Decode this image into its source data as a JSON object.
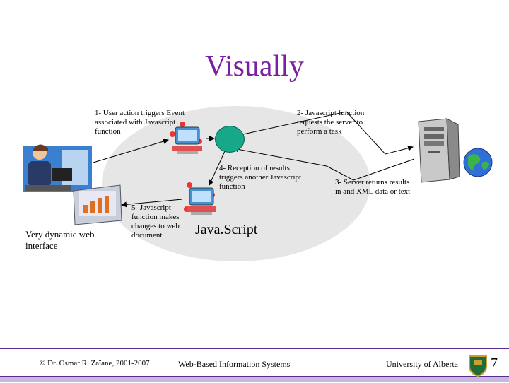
{
  "title": "Visually",
  "notes": {
    "step1": "1- User action triggers Event associated with Javascript function",
    "step2": "2- Javascript function requests the server to perform a task",
    "step3": "3- Server returns results in and XML data or text",
    "step4": "4- Reception of results triggers another Javascript function",
    "step5": "5- Javascript function makes changes to web document",
    "interface": "Very dynamic web interface"
  },
  "center_label": "Java.Script",
  "footer": {
    "copyright": "© Dr. Osmar R. Zaïane, 2001-2007",
    "course": "Web-Based Information Systems",
    "university": "University of Alberta",
    "page": "7"
  },
  "colors": {
    "title": "#7b1fa2",
    "accent": "#5b2c91",
    "node": "#17a88a"
  },
  "icons": [
    "user-at-computer-icon",
    "js-function-icon",
    "server-tower-icon",
    "globe-icon",
    "monitor-chart-icon",
    "university-crest-icon"
  ]
}
